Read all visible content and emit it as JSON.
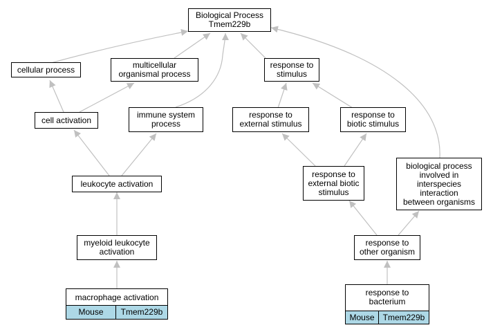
{
  "diagram": {
    "colors": {
      "edge": "#c0c0c0",
      "node_border": "#000000",
      "annotation_fill": "#add8e6"
    },
    "nodes": {
      "root": "Biological Process\nTmem229b",
      "cellular_process": "cellular process",
      "multicellular": "multicellular\norganismal process",
      "response_stimulus": "response to\nstimulus",
      "cell_activation": "cell activation",
      "immune_system": "immune system\nprocess",
      "response_external": "response to\nexternal stimulus",
      "response_biotic": "response to\nbiotic stimulus",
      "leukocyte": "leukocyte activation",
      "response_ext_biotic": "response to\nexternal biotic\nstimulus",
      "interspecies": "biological process\ninvolved in\ninterspecies\ninteraction\nbetween organisms",
      "myeloid": "myeloid leukocyte\nactivation",
      "other_organism": "response to\nother organism"
    },
    "annotated": {
      "macrophage": {
        "label": "macrophage activation",
        "cells": [
          "Mouse",
          "Tmem229b"
        ]
      },
      "bacterium": {
        "label": "response to\nbacterium",
        "cells": [
          "Mouse",
          "Tmem229b"
        ]
      }
    }
  }
}
